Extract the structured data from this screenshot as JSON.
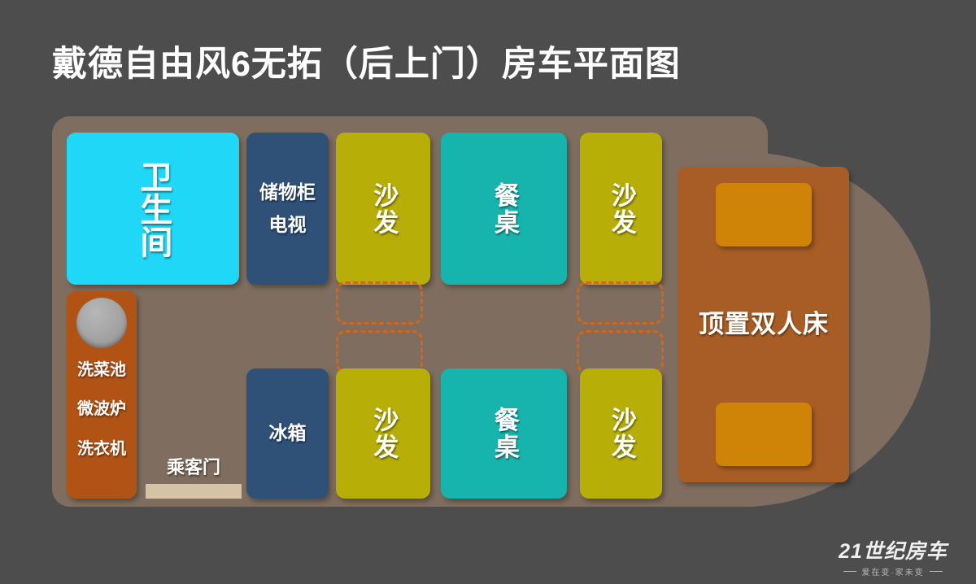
{
  "page": {
    "title": "戴德自由风6无拓（后上门）房车平面图",
    "background_color": "#4d4d4d"
  },
  "colors": {
    "body": "#7f6e5f",
    "bathroom": "#1fd8f7",
    "cabinet": "#2f5178",
    "sofa": "#b8ae08",
    "dining": "#17b4ae",
    "kitchen": "#b25316",
    "bed": "#a85d24",
    "pillow": "#cf8407",
    "door_sill": "#d6c3a5",
    "dashed_outline": "#d4651a",
    "text": "#ffffff"
  },
  "floorplan": {
    "bathroom": {
      "label": "卫生间"
    },
    "storage_cabinet": {
      "label_1": "储物柜",
      "label_2": "电视"
    },
    "sofa_top_left": {
      "label": "沙发"
    },
    "sofa_top_right": {
      "label": "沙发"
    },
    "sofa_bottom_left": {
      "label": "沙发"
    },
    "sofa_bottom_right": {
      "label": "沙发"
    },
    "dining_table_top": {
      "label": "餐桌"
    },
    "dining_table_bottom": {
      "label": "餐桌"
    },
    "kitchen_counter": {
      "sink": "洗菜池",
      "microwave": "微波炉",
      "washing_machine": "洗衣机"
    },
    "refrigerator": {
      "label": "冰箱"
    },
    "passenger_door": {
      "label": "乘客门"
    },
    "overhead_bed": {
      "label": "顶置双人床"
    }
  },
  "brand": {
    "name": "21世纪房车",
    "tagline": "爱在变·家未变"
  }
}
